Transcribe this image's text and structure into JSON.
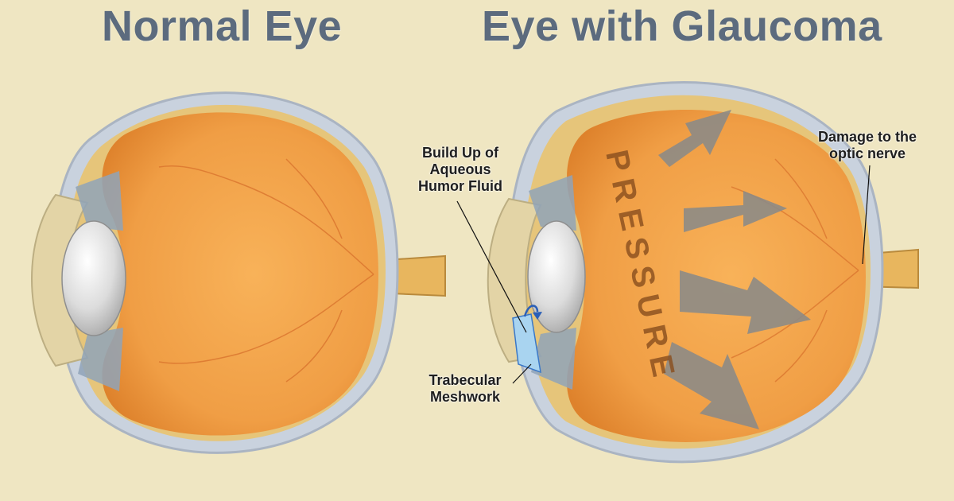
{
  "titles": {
    "left": "Normal Eye",
    "right": "Eye with Glaucoma"
  },
  "labels": {
    "buildup": [
      "Build Up of",
      "Aqueous",
      "Humor Fluid"
    ],
    "trabecular": [
      "Trabecular",
      "Meshwork"
    ],
    "optic": [
      "Damage to the",
      "optic nerve"
    ],
    "pressure": "PRESSURE"
  },
  "colors": {
    "background": "#efe6c2",
    "title": "#5c6b7e",
    "vitreous": "#f2a24a",
    "arrow": "#8a8a88"
  }
}
